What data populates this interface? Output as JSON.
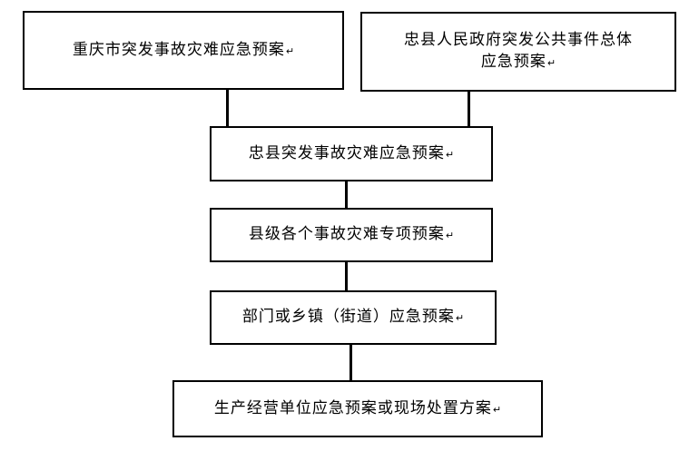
{
  "diagram": {
    "nodes": [
      {
        "id": "a",
        "label": "重庆市突发事故灾难应急预案",
        "mark": "↵"
      },
      {
        "id": "b",
        "label_line1": "忠县人民政府突发公共事件总体",
        "label_line2": "应急预案",
        "mark": "↵"
      },
      {
        "id": "c",
        "label": "忠县突发事故灾难应急预案",
        "mark": "↵"
      },
      {
        "id": "d",
        "label": "县级各个事故灾难专项预案",
        "mark": "↵"
      },
      {
        "id": "e",
        "label": "部门或乡镇（街道）应急预案",
        "mark": "↵"
      },
      {
        "id": "f",
        "label": "生产经营单位应急预案或现场处置方案",
        "mark": "↵"
      }
    ],
    "edges": [
      {
        "from": "a",
        "to": "c"
      },
      {
        "from": "b",
        "to": "c"
      },
      {
        "from": "c",
        "to": "d"
      },
      {
        "from": "d",
        "to": "e"
      },
      {
        "from": "e",
        "to": "f"
      }
    ]
  }
}
